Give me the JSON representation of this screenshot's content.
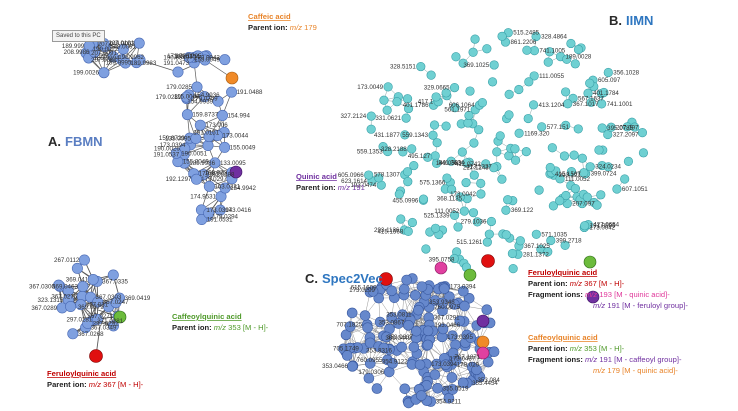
{
  "panels": {
    "fbmn": {
      "letter": "A.",
      "name": "FBMN",
      "color": "#5a7ec2",
      "labels": {
        "tl": [
          "207.0091",
          "207.0081",
          "189.9994",
          "189.9995",
          "207.0",
          "199.0026",
          "149.0061",
          "208.9986",
          "149.0063",
          "189.999",
          "198.9962",
          "207.0101",
          "189.9983",
          "190.0022",
          "189.9986",
          "179.0285",
          "173.0416",
          "173.0394",
          "159.8737",
          "174.9531",
          "179.0297",
          "160.973",
          "179.0294",
          "159.8729",
          "154.9936",
          "179.0295",
          "133.0095",
          "133.0095",
          "155.0049",
          "191.0473",
          "154.994",
          "191.0537",
          "155.0049",
          "190.0026",
          "191.0488",
          "115.0003",
          "173.0394",
          "155.0049",
          "191.0488",
          "163.0354",
          "173.006",
          "192.1297",
          "163.0331",
          "190.9949",
          "191.0531",
          "191.0151",
          "179.0309",
          "179.0297",
          "190.0051",
          "179.0289",
          "154.9942",
          "154.9939",
          "173.0044",
          "173.0051",
          "173.0042"
        ],
        "bl": [
          "367.0306",
          "367.0335",
          "367.0276",
          "367.0349",
          "369.0379",
          "371.0281",
          "369.041",
          "367.0303",
          "369.0463",
          "367.031",
          "323.1315",
          "369.0419",
          "367.0289",
          "367.0268",
          "267.0112",
          "297.0291",
          "367.0271",
          "367.0247",
          "297.0281"
        ]
      },
      "annotations": {
        "caffeic": {
          "name": "Caffeic acid",
          "prefix": "Parent ion: ",
          "mz": "m/z",
          "value": " 179",
          "name_color": "#e8842a",
          "value_color": "#e8842a"
        },
        "quinic": {
          "name": "Quinic acid",
          "prefix": "Parent ion: ",
          "mz": "m/z",
          "value": " 191",
          "name_color": "#7030a0",
          "value_color": "#7030a0"
        },
        "caffeoylq": {
          "name": "Caffeoylquinic acid",
          "prefix": "Parent ion: ",
          "mz": "m/z",
          "value": " 353 [M - H]-",
          "name_color": "#4f9a2a",
          "value_color": "#4f9a2a"
        },
        "feruloylq": {
          "name": "Feruloylquinic acid",
          "prefix": "Parent ion: ",
          "mz": "m/z",
          "value": " 367 [M - H]-",
          "name_color": "#c00000",
          "value_color": "#c00000"
        }
      },
      "tooltip": "Saved to this PC"
    },
    "iimn": {
      "letter": "B.",
      "name": "IIMN",
      "color": "#2e76c0",
      "labels": [
        "623.1614",
        "567.1637",
        "559.1353",
        "328.4864",
        "327.2124",
        "328.5151",
        "841.3634",
        "327.2097",
        "329.0665",
        "861.2206",
        "328.2188",
        "605.097",
        "399.0724",
        "605.0966",
        "561.1971",
        "606.1064",
        "571.1035",
        "413.1227",
        "395.0785",
        "324.0234",
        "399.2718",
        "281.1372",
        "395.0758",
        "401.1786",
        "413.1204",
        "525.1339",
        "401.1784",
        "293.121",
        "495.127",
        "455.0996",
        "227.1243",
        "607.1051",
        "578.1307",
        "577.151",
        "575.1366",
        "412.0742",
        "427.0654",
        "1169.320",
        "559.1343",
        "368.1135",
        "369.1025",
        "367.1025",
        "356.1028",
        "293.1136",
        "111.0055",
        "111.0052",
        "173.0042",
        "173.0049",
        "279.1036",
        "173.0042",
        "741.1001",
        "741.1005",
        "515.1261",
        "191.0505",
        "207.097",
        "111.0052",
        "331.0621",
        "207.097",
        "189.0028",
        "431.1877",
        "417.1",
        "415.1567",
        "415.1568",
        "515.2485",
        "193.0474",
        "149.0563",
        "367.1017",
        "369.122"
      ],
      "annotations": {
        "feruloylq": {
          "name": "Feruloylquinic acid",
          "prefix": "Parent ion: ",
          "mz": "m/z",
          "value": " 367 [M - H]-",
          "name_color": "#c00000",
          "value_color": "#c00000",
          "frag_prefix": "Fragment ions: ",
          "frag1": " 193 [M - quinic acid]-",
          "frag1_color": "#e0389a",
          "frag2": " 191 [M - feruloyl group]-",
          "frag2_color": "#7030a0"
        },
        "caffeoylq": {
          "name": "Caffeoylquinic acid",
          "prefix": "Parent ion: ",
          "mz": "m/z",
          "value": " 353 [M - H]-",
          "name_color": "#e8842a",
          "value_color": "#4f9a2a",
          "frag_prefix": "Fragment ions: ",
          "frag1": " 191 [M - caffeoyl group]-",
          "frag1_color": "#7030a0",
          "frag2": " 179 [M - quinic acid]-",
          "frag2_color": "#e8842a"
        }
      }
    },
    "s2v": {
      "letter": "C.",
      "name": "Spec2Vec",
      "color": "#2e76c0",
      "labels": [
        "760.0975",
        "615.1609",
        "707.1871",
        "367.0291",
        "353.084",
        "173.0394",
        "705.1749",
        "353.0867",
        "353.0811",
        "355.4454",
        "353.0837",
        "355.0519",
        "179.029",
        "353.0466",
        "707.1825",
        "353.9348",
        "354.9122",
        "173.0437",
        "760.0955",
        "369.0449",
        "354.9211",
        "179.0306",
        "173.0299",
        "173.0394",
        "173.0395",
        "193.0466",
        "353.8316"
      ]
    }
  },
  "colors": {
    "node_fill": "#7fa0e0",
    "node_stroke": "#4a6ab4",
    "iimn_fill": "#6fd0d2",
    "iimn_stroke": "#3aa0a8",
    "s2v_fill": "#6688cc",
    "edge": "#5a5a5a",
    "red": "#e01010",
    "purple": "#7030a0",
    "orange": "#f08a28",
    "green": "#6cbb3c",
    "magenta": "#e040a0"
  }
}
